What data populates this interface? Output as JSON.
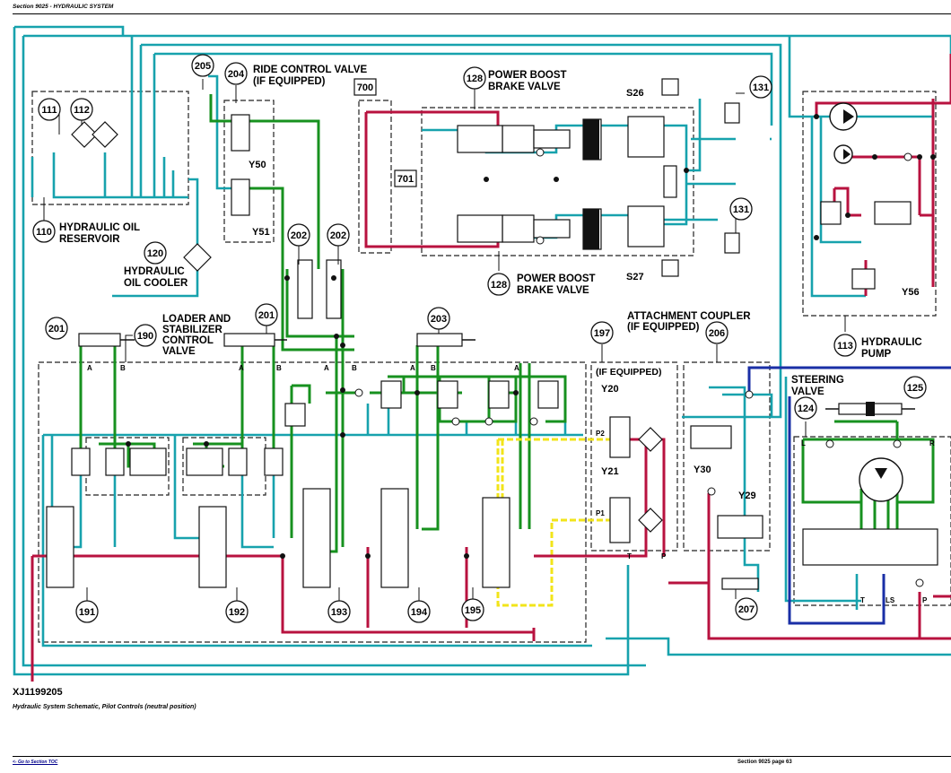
{
  "header": {
    "section_title": "Section 9025 - HYDRAULIC SYSTEM"
  },
  "figure": {
    "id": "XJ1199205",
    "caption": "Hydraulic System Schematic, Pilot Controls (neutral position)"
  },
  "footer": {
    "toc_link": "<- Go to Section TOC",
    "page": "Section 9025 page 63"
  },
  "labels": {
    "ride_control": [
      "RIDE CONTROL VALVE",
      "(IF EQUIPPED)"
    ],
    "power_boost_top": [
      "POWER BOOST",
      "BRAKE VALVE"
    ],
    "power_boost_bottom": [
      "POWER BOOST",
      "BRAKE VALVE"
    ],
    "reservoir": [
      "HYDRAULIC OIL",
      "RESERVOIR"
    ],
    "cooler": [
      "HYDRAULIC",
      "OIL COOLER"
    ],
    "loader": [
      "LOADER AND",
      "STABILIZER",
      "CONTROL",
      "VALVE"
    ],
    "coupler": [
      "ATTACHMENT COUPLER",
      "(IF EQUIPPED)"
    ],
    "if_equipped": "(IF EQUIPPED)",
    "steering": [
      "STEERING",
      "VALVE"
    ],
    "pump": [
      "HYDRAULIC",
      "PUMP"
    ]
  },
  "components": {
    "y50": "Y50",
    "y51": "Y51",
    "y20": "Y20",
    "y21": "Y21",
    "y30": "Y30",
    "y29": "Y29",
    "y56": "Y56",
    "s26": "S26",
    "s27": "S27",
    "b700": "700",
    "b701": "701"
  },
  "callouts": {
    "c111": "111",
    "c112": "112",
    "c110": "110",
    "c120": "120",
    "c205": "205",
    "c204": "204",
    "c202a": "202",
    "c202b": "202",
    "c128a": "128",
    "c128b": "128",
    "c131a": "131",
    "c131b": "131",
    "c201a": "201",
    "c190": "190",
    "c201b": "201",
    "c203": "203",
    "c197": "197",
    "c206": "206",
    "c124": "124",
    "c125": "125",
    "c113": "113",
    "c191": "191",
    "c192": "192",
    "c193": "193",
    "c194": "194",
    "c195": "195",
    "c207": "207"
  },
  "ports": {
    "a1": "A",
    "b1": "B",
    "a2": "A",
    "b2": "B",
    "a3": "A",
    "b3": "B",
    "a4": "A",
    "b4": "B",
    "a5": "A",
    "p2": "P2",
    "p1": "P1",
    "t1": "T",
    "p_1": "P",
    "l": "L",
    "r": "R",
    "t2": "T",
    "ls": "LS",
    "p_2": "P"
  },
  "colors": {
    "cyan": "#17a2ad",
    "green": "#17911f",
    "red": "#b8123f",
    "yellow": "#f2e41a",
    "blue": "#1a2fa6",
    "dash": "#222222",
    "callout_fill": "#ffffff"
  }
}
